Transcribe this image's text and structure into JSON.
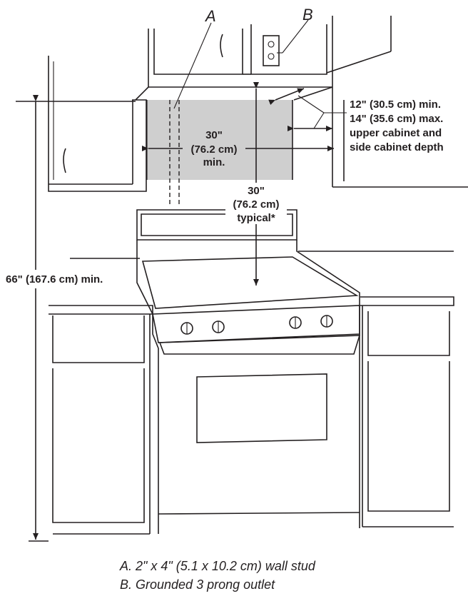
{
  "callouts": {
    "a": "A",
    "b": "B"
  },
  "dimensions": {
    "side_depth_min": "12\" (30.5 cm) min.",
    "side_depth_max": "14\" (35.6 cm) max.",
    "side_depth_desc_1": "upper cabinet and",
    "side_depth_desc_2": "side cabinet depth",
    "width_value": "30\"",
    "width_metric": "(76.2 cm)",
    "width_qualifier": "min.",
    "height_value": "30\"",
    "height_metric": "(76.2 cm)",
    "height_qualifier": "typical*",
    "overall_height": "66\" (167.6 cm) min."
  },
  "legend": [
    {
      "text": "A. 2\" x 4\" (5.1 x 10.2 cm) wall stud"
    },
    {
      "text": "B. Grounded 3 prong outlet"
    }
  ],
  "colors": {
    "opening_fill": "#cfcfcf",
    "line": "#231f20"
  }
}
